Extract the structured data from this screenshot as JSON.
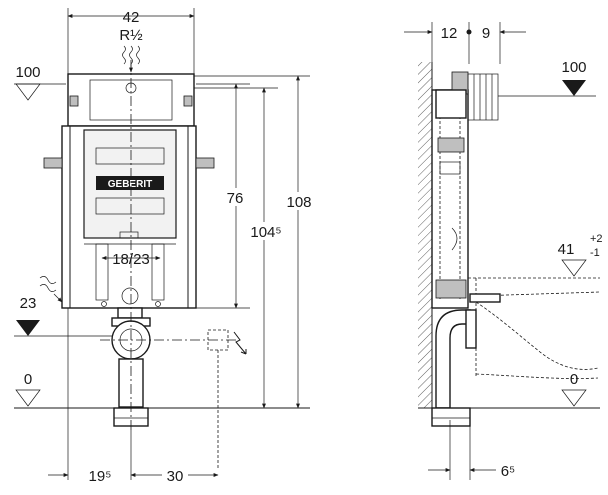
{
  "drawing": {
    "brand": "GEBERIT",
    "front_view": {
      "width_top": "42",
      "thread": "R½",
      "height_76": "76",
      "height_104_5": "104⁵",
      "height_108": "108",
      "spacing": "18/23",
      "offset_left": "19⁵",
      "offset_right": "30"
    },
    "side_view": {
      "depth_left": "12",
      "depth_right": "9",
      "bottom_offset": "6⁵"
    },
    "levels": {
      "front_top": "100",
      "front_mid": "23",
      "front_floor": "0",
      "side_top": "100",
      "side_seat": "41",
      "side_seat_tol_plus": "+2",
      "side_seat_tol_minus": "-1",
      "side_floor": "0"
    }
  }
}
